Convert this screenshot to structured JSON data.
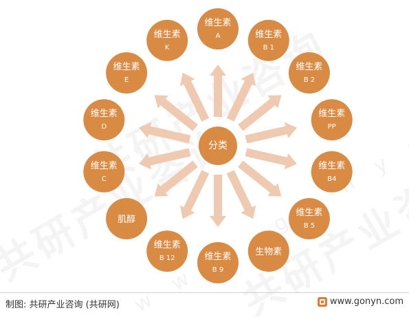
{
  "center": {
    "label": "分类"
  },
  "nodes": [
    {
      "line1": "维生素",
      "line2": "A"
    },
    {
      "line1": "维生素",
      "line2": "B 1"
    },
    {
      "line1": "维生素",
      "line2": "B 2"
    },
    {
      "line1": "维生素",
      "line2": "PP"
    },
    {
      "line1": "维生素",
      "line2": "B4"
    },
    {
      "line1": "维生素",
      "line2": "B 5"
    },
    {
      "line1": "生物素",
      "line2": ""
    },
    {
      "line1": "维生素",
      "line2": "B 9"
    },
    {
      "line1": "维生素",
      "line2": "B 12"
    },
    {
      "line1": "肌醇",
      "line2": ""
    },
    {
      "line1": "维生素",
      "line2": "C"
    },
    {
      "line1": "维生素",
      "line2": "D"
    },
    {
      "line1": "维生素",
      "line2": "E"
    },
    {
      "line1": "维生素",
      "line2": "K"
    }
  ],
  "watermark": {
    "text": "共研产业咨询",
    "url": "w w w . g o n y n . c o m"
  },
  "footer": {
    "source": "制图: 共研产业咨询 (共研网)",
    "site": "www.gonyn.com"
  },
  "colors": {
    "node_fill": "#d98b44",
    "arrow_fill": "#efc9b0",
    "text": "#ffffff"
  }
}
